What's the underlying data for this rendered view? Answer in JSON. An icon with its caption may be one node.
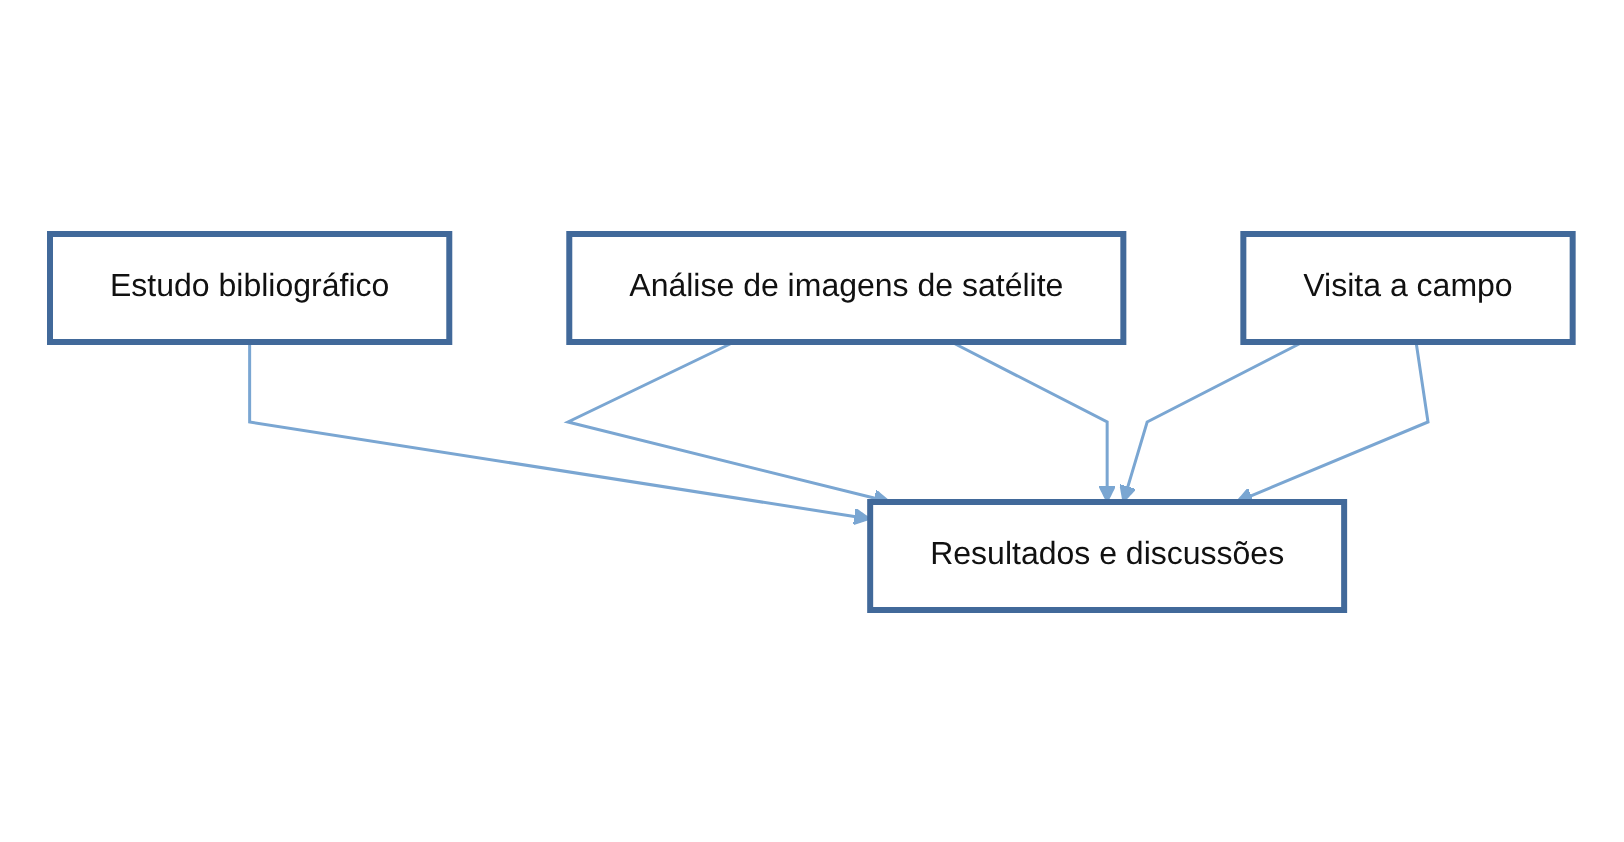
{
  "diagram": {
    "nodes": [
      {
        "text": [
          "Estudo bibliográfico"
        ]
      },
      {
        "text": [
          "Análise de imagens de satélite"
        ]
      },
      {
        "text": [
          "Visita a campo"
        ]
      },
      {
        "text": [
          "Resultados e discussões"
        ]
      }
    ],
    "edges": [
      {
        "from": 0,
        "to": 3,
        "arrow": "to"
      },
      {
        "from": 1,
        "to": 3,
        "arrow": "to"
      },
      {
        "from": 2,
        "to": 3,
        "arrow": "to"
      },
      {
        "from": 1,
        "to": 3,
        "arrow": "to"
      },
      {
        "from": 2,
        "to": 3,
        "arrow": "to"
      }
    ]
  }
}
